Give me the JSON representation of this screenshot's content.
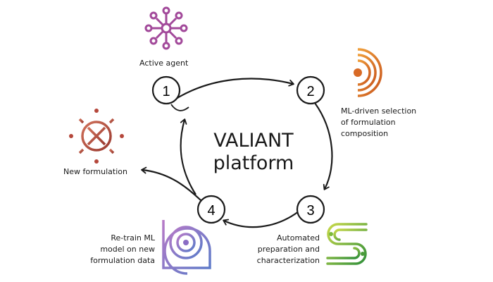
{
  "diagram": {
    "title_line1": "VALIANT",
    "title_line2": "platform",
    "steps": [
      {
        "number": "1",
        "label": "Active agent",
        "icon": "molecule-network-icon",
        "color": "#a2499a"
      },
      {
        "number": "2",
        "label_lines": [
          "ML-driven selection",
          "of formulation",
          "composition"
        ],
        "icon": "target-radar-icon",
        "color": "#e07b2a"
      },
      {
        "number": "3",
        "label_lines": [
          "Automated",
          "preparation and",
          "characterization"
        ],
        "icon": "s-circuit-icon",
        "color": "#3a9a3a"
      },
      {
        "number": "4",
        "label_lines": [
          "Re-train ML",
          "model on new",
          "formulation data"
        ],
        "icon": "spiral-square-icon",
        "color": "#7a6cc4"
      }
    ],
    "output": {
      "label": "New formulation",
      "icon": "virus-nanoparticle-icon",
      "color": "#b5473b"
    }
  }
}
